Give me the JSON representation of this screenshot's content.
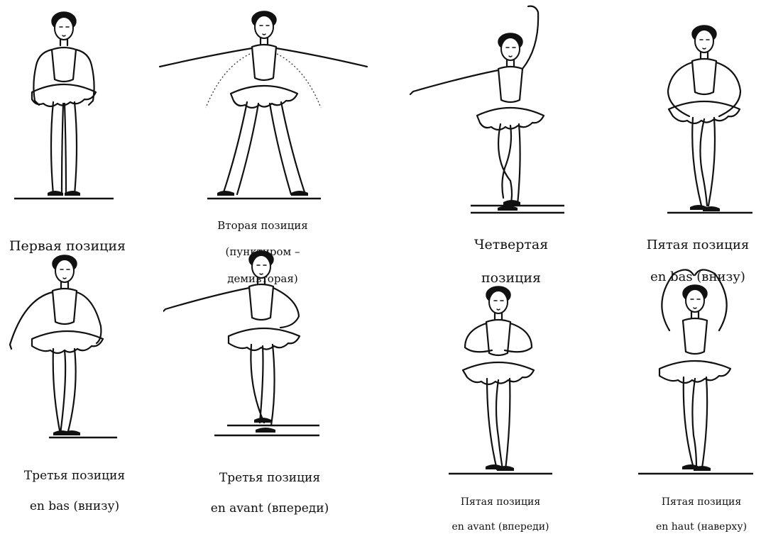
{
  "figures": [
    {
      "id": "first",
      "caption_lines": [
        "Первая позиция"
      ]
    },
    {
      "id": "second",
      "caption_lines": [
        "Вторая позиция",
        "(пунктиром –",
        "демивторая)"
      ]
    },
    {
      "id": "fourth",
      "caption_lines": [
        "Четвертая",
        "позиция"
      ]
    },
    {
      "id": "fifth-bas",
      "caption_lines": [
        "Пятая позиция",
        "en bas (внизу)"
      ]
    },
    {
      "id": "third-bas",
      "caption_lines": [
        "Третья позиция",
        "en bas (внизу)"
      ]
    },
    {
      "id": "third-avant",
      "caption_lines": [
        "Третья позиция",
        "en avant (впереди)"
      ]
    },
    {
      "id": "fifth-avant",
      "caption_lines": [
        "Пятая позиция",
        "en avant (впереди)"
      ]
    },
    {
      "id": "fifth-haut",
      "caption_lines": [
        "Пятая позиция",
        "en haut (наверху)"
      ]
    }
  ]
}
